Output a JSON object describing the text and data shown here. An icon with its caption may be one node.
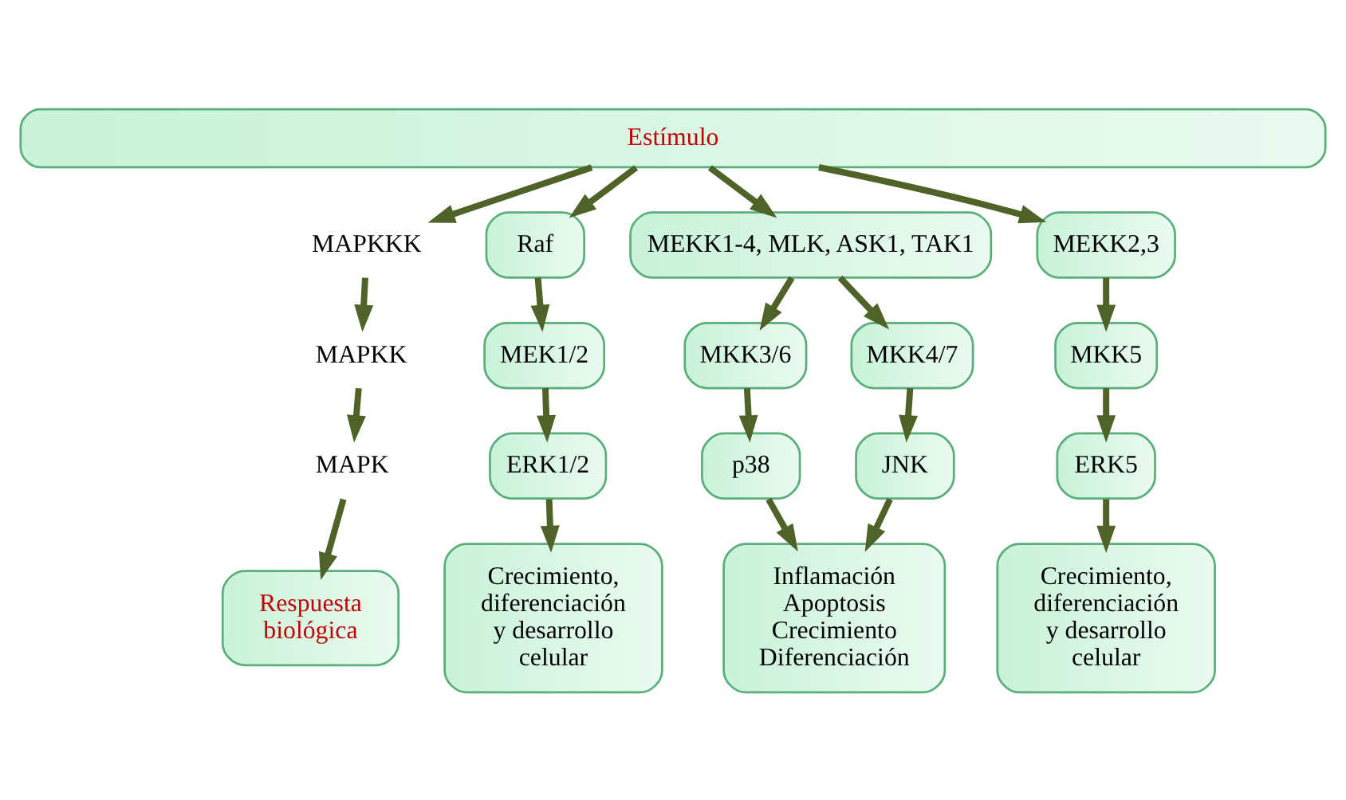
{
  "diagram": {
    "nodes": [
      {
        "text": [
          "Estímulo"
        ]
      },
      {
        "text": [
          "MAPKKK"
        ]
      },
      {
        "text": [
          "MAPKK"
        ]
      },
      {
        "text": [
          "MAPK"
        ]
      },
      {
        "text": [
          "Respuesta biológica"
        ]
      },
      {
        "text": [
          "Raf"
        ]
      },
      {
        "text": [
          "MEK1/2"
        ]
      },
      {
        "text": [
          "ERK1/2"
        ]
      },
      {
        "text": [
          "Crecimiento, diferenciación y desarrollo celular"
        ]
      },
      {
        "text": [
          "MEKK1-4, MLK, ASK1, TAK1"
        ]
      },
      {
        "text": [
          "MKK3/6"
        ]
      },
      {
        "text": [
          "MKK4/7"
        ]
      },
      {
        "text": [
          "p38"
        ]
      },
      {
        "text": [
          "JNK"
        ]
      },
      {
        "text": [
          "Inflamación Apoptosis Crecimiento Diferenciación"
        ]
      },
      {
        "text": [
          "MEKK2,3"
        ]
      },
      {
        "text": [
          "MKK5"
        ]
      },
      {
        "text": [
          "ERK5"
        ]
      },
      {
        "text": [
          "Crecimiento, diferenciación y desarrollo celular"
        ]
      }
    ],
    "edges": [
      {
        "from": 0,
        "to": 1,
        "arrow": "to"
      },
      {
        "from": 1,
        "to": 2,
        "arrow": "to"
      },
      {
        "from": 2,
        "to": 3,
        "arrow": "to"
      },
      {
        "from": 3,
        "to": 4,
        "arrow": "to"
      },
      {
        "from": 0,
        "to": 5,
        "arrow": "to"
      },
      {
        "from": 5,
        "to": 6,
        "arrow": "to"
      },
      {
        "from": 6,
        "to": 7,
        "arrow": "to"
      },
      {
        "from": 7,
        "to": 8,
        "arrow": "to"
      },
      {
        "from": 0,
        "to": 9,
        "arrow": "to"
      },
      {
        "from": 9,
        "to": 10,
        "arrow": "to"
      },
      {
        "from": 9,
        "to": 11,
        "arrow": "to"
      },
      {
        "from": 10,
        "to": 12,
        "arrow": "to"
      },
      {
        "from": 11,
        "to": 13,
        "arrow": "to"
      },
      {
        "from": 12,
        "to": 14,
        "arrow": "to"
      },
      {
        "from": 13,
        "to": 14,
        "arrow": "to"
      },
      {
        "from": 0,
        "to": 15,
        "arrow": "to"
      },
      {
        "from": 15,
        "to": 16,
        "arrow": "to"
      },
      {
        "from": 16,
        "to": 17,
        "arrow": "to"
      },
      {
        "from": 17,
        "to": 18,
        "arrow": "to"
      }
    ]
  }
}
